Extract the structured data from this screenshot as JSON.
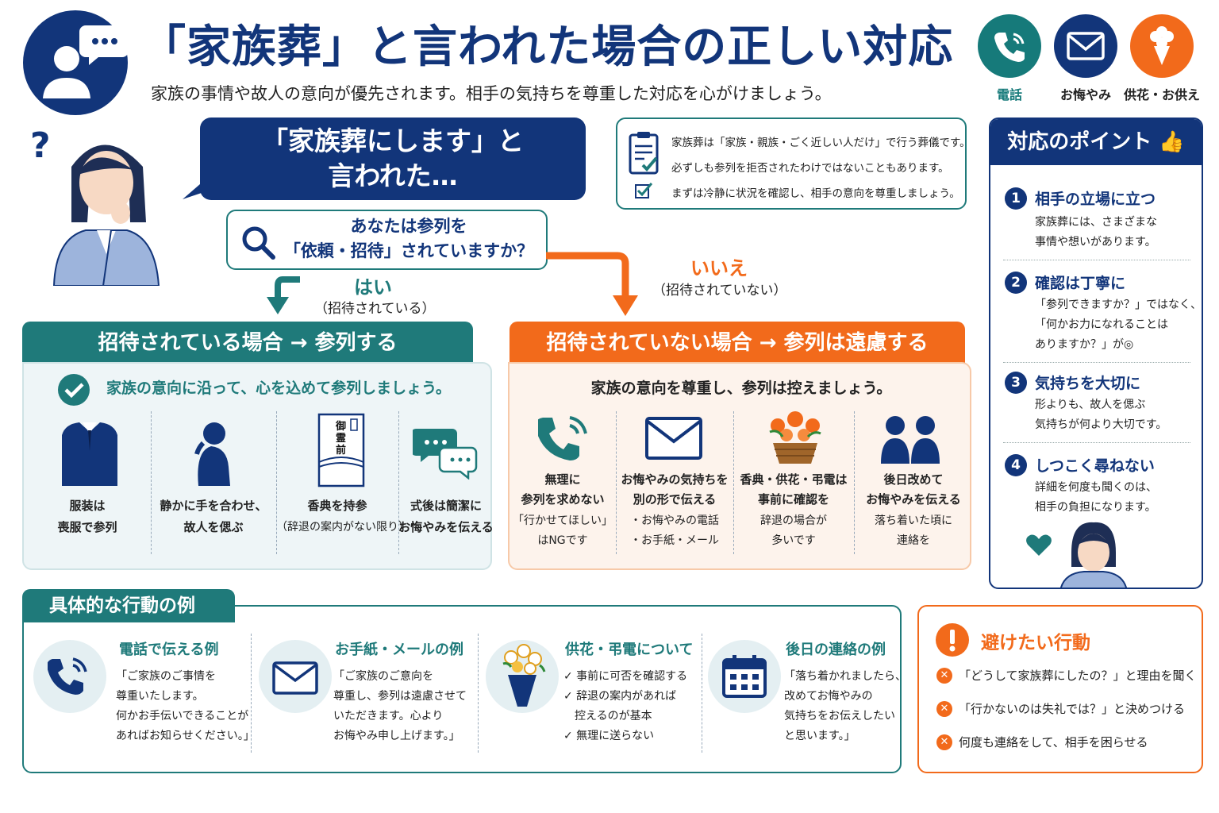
{
  "header": {
    "title": "「家族葬」と言われた場合の正しい対応",
    "subtitle": "家族の事情や故人の意向が優先されます。相手の気持ちを尊重した対応を心がけましょう。",
    "icons": [
      {
        "icon": "phone-icon",
        "label": "電話",
        "color": "#167a7a"
      },
      {
        "icon": "envelope-icon",
        "label": "お悔やみ",
        "color": "#12357a"
      },
      {
        "icon": "flower-icon",
        "label": "供花・お供え",
        "color": "#f26a1b"
      }
    ]
  },
  "scenario": {
    "bubble_line1": "「家族葬にします」と",
    "bubble_line2": "言われた…",
    "question_line1": "あなたは参列を",
    "question_line2": "「依頼・招待」されていますか？",
    "yes_label": "はい",
    "yes_sub": "（招待されている）",
    "no_label": "いいえ",
    "no_sub": "（招待されていない）"
  },
  "info": {
    "lines": [
      "家族葬は「家族・親族・ごく近しい人だけ」で行う葬儀です。",
      "必ずしも参列を拒否されたわけではないこともあります。",
      "まずは冷静に状況を確認し、相手の意向を尊重しましょう。"
    ]
  },
  "invited": {
    "header": "招待されている場合 → 参列する",
    "lead": "家族の意向に沿って、心を込めて参列しましょう。",
    "items": [
      {
        "icon": "suit-icon",
        "line1": "服装は",
        "line2": "喪服で参列"
      },
      {
        "icon": "praying-person-icon",
        "line1": "静かに手を合わせ、",
        "line2": "故人を偲ぶ"
      },
      {
        "icon": "condolence-envelope-icon",
        "envelope_text": "御霊前",
        "line1": "香典を持参",
        "line2": "（辞退の案内がない限り）"
      },
      {
        "icon": "chat-bubbles-icon",
        "line1": "式後は簡潔に",
        "line2": "お悔やみを伝える"
      }
    ]
  },
  "not_invited": {
    "header": "招待されていない場合 → 参列は遠慮する",
    "lead": "家族の意向を尊重し、参列は控えましょう。",
    "items": [
      {
        "icon": "phone-icon",
        "line1": "無理に",
        "line2": "参列を求めない",
        "line3": "「行かせてほしい」",
        "line4": "はNGです"
      },
      {
        "icon": "envelope-icon",
        "line1": "お悔やみの気持ちを",
        "line2": "別の形で伝える",
        "line3": "・お悔やみの電話",
        "line4": "・お手紙・メール"
      },
      {
        "icon": "flower-basket-icon",
        "line1": "香典・供花・弔電は",
        "line2": "事前に確認を",
        "line3": "辞退の場合が",
        "line4": "多いです"
      },
      {
        "icon": "people-icon",
        "line1": "後日改めて",
        "line2": "お悔やみを伝える",
        "line3": "落ち着いた頃に",
        "line4": "連絡を"
      }
    ]
  },
  "points": {
    "header": "対応のポイント",
    "items": [
      {
        "num": "1",
        "title": "相手の立場に立つ",
        "body1": "家族葬には、さまざまな",
        "body2": "事情や想いがあります。",
        "body3": ""
      },
      {
        "num": "2",
        "title": "確認は丁寧に",
        "body1": "「参列できますか？」ではなく、",
        "body2": "「何かお力になれることは",
        "body3": "ありますか？」が◎"
      },
      {
        "num": "3",
        "title": "気持ちを大切に",
        "body1": "形よりも、故人を偲ぶ",
        "body2": "気持ちが何より大切です。",
        "body3": ""
      },
      {
        "num": "4",
        "title": "しつこく尋ねない",
        "body1": "詳細を何度も聞くのは、",
        "body2": "相手の負担になります。",
        "body3": ""
      }
    ]
  },
  "examples": {
    "header": "具体的な行動の例",
    "items": [
      {
        "icon": "phone-icon",
        "title": "電話で伝える例",
        "lines": [
          "「ご家族のご事情を",
          "尊重いたします。",
          "何かお手伝いできることが",
          "あればお知らせください。」"
        ]
      },
      {
        "icon": "envelope-icon",
        "title": "お手紙・メールの例",
        "lines": [
          "「ご家族のご意向を",
          "尊重し、参列は遠慮させて",
          "いただきます。心より",
          "お悔やみ申し上げます。」"
        ]
      },
      {
        "icon": "bouquet-icon",
        "title": "供花・弔電について",
        "lines": [
          "✓ 事前に可否を確認する",
          "✓ 辞退の案内があれば",
          "　控えるのが基本",
          "✓ 無理に送らない"
        ]
      },
      {
        "icon": "calendar-icon",
        "title": "後日の連絡の例",
        "lines": [
          "「落ち着かれましたら、",
          "改めてお悔やみの",
          "気持ちをお伝えしたい",
          "と思います。」"
        ]
      }
    ]
  },
  "avoid": {
    "header": "避けたい行動",
    "items": [
      "「どうして家族葬にしたの？」と理由を聞く",
      "「行かないのは失礼では？」と決めつける",
      "何度も連絡をして、相手を困らせる"
    ]
  }
}
